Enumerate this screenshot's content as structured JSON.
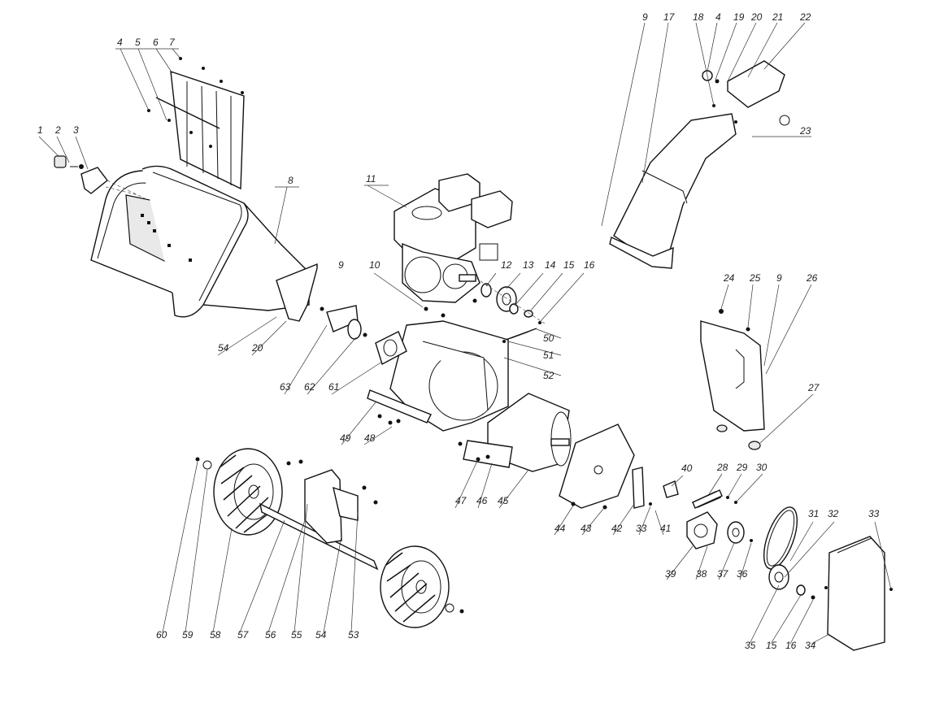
{
  "labels": [
    {
      "id": "l1",
      "text": "1"
    },
    {
      "id": "l2",
      "text": "2"
    },
    {
      "id": "l3",
      "text": "3"
    },
    {
      "id": "l4a",
      "text": "4"
    },
    {
      "id": "l5",
      "text": "5"
    },
    {
      "id": "l6",
      "text": "6"
    },
    {
      "id": "l7",
      "text": "7"
    },
    {
      "id": "l8",
      "text": "8"
    },
    {
      "id": "l9a",
      "text": "9"
    },
    {
      "id": "l9b",
      "text": "9"
    },
    {
      "id": "l9c",
      "text": "9"
    },
    {
      "id": "l10",
      "text": "10"
    },
    {
      "id": "l11",
      "text": "11"
    },
    {
      "id": "l12",
      "text": "12"
    },
    {
      "id": "l13",
      "text": "13"
    },
    {
      "id": "l14",
      "text": "14"
    },
    {
      "id": "l15a",
      "text": "15"
    },
    {
      "id": "l15b",
      "text": "15"
    },
    {
      "id": "l16a",
      "text": "16"
    },
    {
      "id": "l16b",
      "text": "16"
    },
    {
      "id": "l17",
      "text": "17"
    },
    {
      "id": "l18",
      "text": "18"
    },
    {
      "id": "l4b",
      "text": "4"
    },
    {
      "id": "l19",
      "text": "19"
    },
    {
      "id": "l20a",
      "text": "20"
    },
    {
      "id": "l20b",
      "text": "20"
    },
    {
      "id": "l21",
      "text": "21"
    },
    {
      "id": "l22",
      "text": "22"
    },
    {
      "id": "l23",
      "text": "23"
    },
    {
      "id": "l24",
      "text": "24"
    },
    {
      "id": "l25",
      "text": "25"
    },
    {
      "id": "l26",
      "text": "26"
    },
    {
      "id": "l27",
      "text": "27"
    },
    {
      "id": "l28",
      "text": "28"
    },
    {
      "id": "l29",
      "text": "29"
    },
    {
      "id": "l30",
      "text": "30"
    },
    {
      "id": "l31",
      "text": "31"
    },
    {
      "id": "l32",
      "text": "32"
    },
    {
      "id": "l33a",
      "text": "33"
    },
    {
      "id": "l33b",
      "text": "33"
    },
    {
      "id": "l34",
      "text": "34"
    },
    {
      "id": "l35",
      "text": "35"
    },
    {
      "id": "l36",
      "text": "36"
    },
    {
      "id": "l37",
      "text": "37"
    },
    {
      "id": "l38",
      "text": "38"
    },
    {
      "id": "l39",
      "text": "39"
    },
    {
      "id": "l40",
      "text": "40"
    },
    {
      "id": "l41",
      "text": "41"
    },
    {
      "id": "l42",
      "text": "42"
    },
    {
      "id": "l43",
      "text": "43"
    },
    {
      "id": "l44",
      "text": "44"
    },
    {
      "id": "l45",
      "text": "45"
    },
    {
      "id": "l46",
      "text": "46"
    },
    {
      "id": "l47",
      "text": "47"
    },
    {
      "id": "l48",
      "text": "48"
    },
    {
      "id": "l49",
      "text": "49"
    },
    {
      "id": "l50",
      "text": "50"
    },
    {
      "id": "l51",
      "text": "51"
    },
    {
      "id": "l52",
      "text": "52"
    },
    {
      "id": "l53",
      "text": "53"
    },
    {
      "id": "l54a",
      "text": "54"
    },
    {
      "id": "l54b",
      "text": "54"
    },
    {
      "id": "l55",
      "text": "55"
    },
    {
      "id": "l56",
      "text": "56"
    },
    {
      "id": "l57",
      "text": "57"
    },
    {
      "id": "l58",
      "text": "58"
    },
    {
      "id": "l59",
      "text": "59"
    },
    {
      "id": "l60",
      "text": "60"
    },
    {
      "id": "l61",
      "text": "61"
    },
    {
      "id": "l62",
      "text": "62"
    },
    {
      "id": "l63",
      "text": "63"
    }
  ]
}
